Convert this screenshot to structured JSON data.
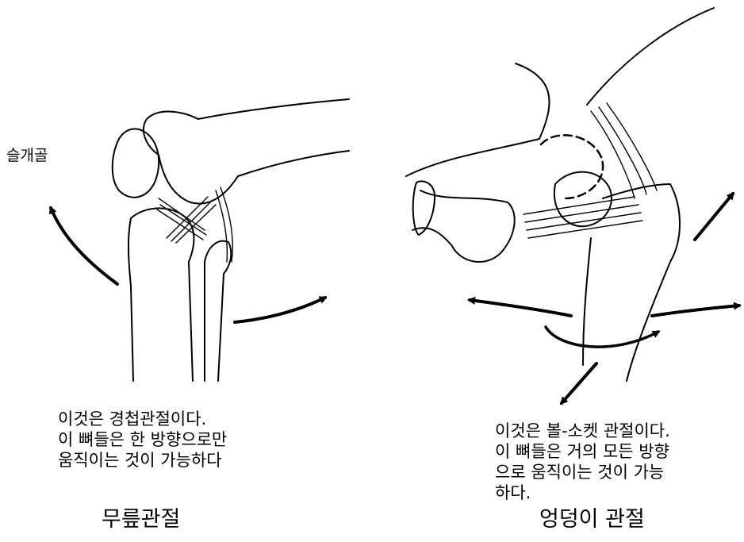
{
  "knee": {
    "label_patella": "슬개골",
    "caption_lines": [
      "이것은 경첩관절이다.",
      "이 뼈들은 한 방향으로만",
      "움직이는 것이 가능하다"
    ],
    "title": "무릎관절"
  },
  "hip": {
    "caption_lines": [
      "이것은 볼-소켓 관절이다.",
      "이 뼈들은 거의 모든 방향",
      "으로 움직이는 것이 가능",
      "하다."
    ],
    "title": "엉덩이 관절"
  }
}
